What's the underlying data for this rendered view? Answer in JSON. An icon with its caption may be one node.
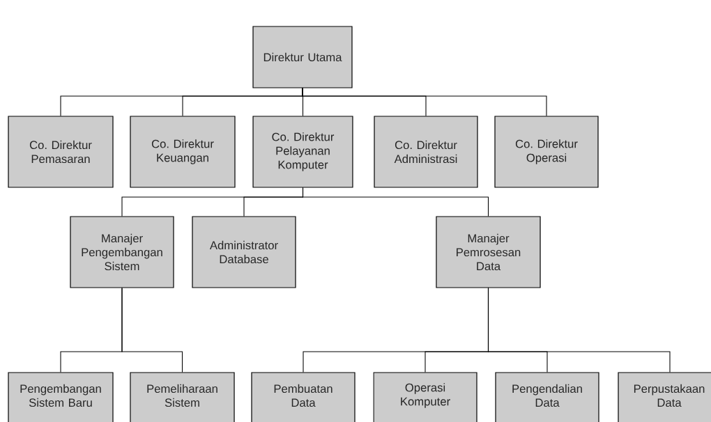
{
  "diagram": {
    "nodes": [
      {
        "text": [
          "Direktur Utama"
        ]
      },
      {
        "text": [
          "Co. Direktur Pemasaran"
        ]
      },
      {
        "text": [
          "Co. Direktur Keuangan"
        ]
      },
      {
        "text": [
          "Co. Direktur Pelayanan Komputer"
        ]
      },
      {
        "text": [
          "Co. Direktur Administrasi"
        ]
      },
      {
        "text": [
          "Co. Direktur Operasi"
        ]
      },
      {
        "text": [
          "Manajer Pengembangan Sistem"
        ]
      },
      {
        "text": [
          "Administrator Database"
        ]
      },
      {
        "text": [
          "Manajer Pemrosesan Data"
        ]
      },
      {
        "text": [
          "Pengembangan Sistem Baru"
        ]
      },
      {
        "text": [
          "Pemeliharaan Sistem"
        ]
      },
      {
        "text": [
          "Pembuatan Data"
        ]
      },
      {
        "text": [
          "Operasi Komputer"
        ]
      },
      {
        "text": [
          "Pengendalian Data"
        ]
      },
      {
        "text": [
          "Perpustakaan Data"
        ]
      }
    ],
    "edges": [
      {
        "from": 0,
        "to": 1,
        "arrow": "none"
      },
      {
        "from": 0,
        "to": 2,
        "arrow": "none"
      },
      {
        "from": 0,
        "to": 3,
        "arrow": "none"
      },
      {
        "from": 0,
        "to": 4,
        "arrow": "none"
      },
      {
        "from": 0,
        "to": 5,
        "arrow": "none"
      },
      {
        "from": 3,
        "to": 6,
        "arrow": "none"
      },
      {
        "from": 3,
        "to": 7,
        "arrow": "none"
      },
      {
        "from": 3,
        "to": 8,
        "arrow": "none"
      },
      {
        "from": 6,
        "to": 9,
        "arrow": "none"
      },
      {
        "from": 6,
        "to": 10,
        "arrow": "none"
      },
      {
        "from": 8,
        "to": 11,
        "arrow": "none"
      },
      {
        "from": 8,
        "to": 12,
        "arrow": "none"
      },
      {
        "from": 8,
        "to": 13,
        "arrow": "none"
      },
      {
        "from": 8,
        "to": 14,
        "arrow": "none"
      }
    ]
  }
}
